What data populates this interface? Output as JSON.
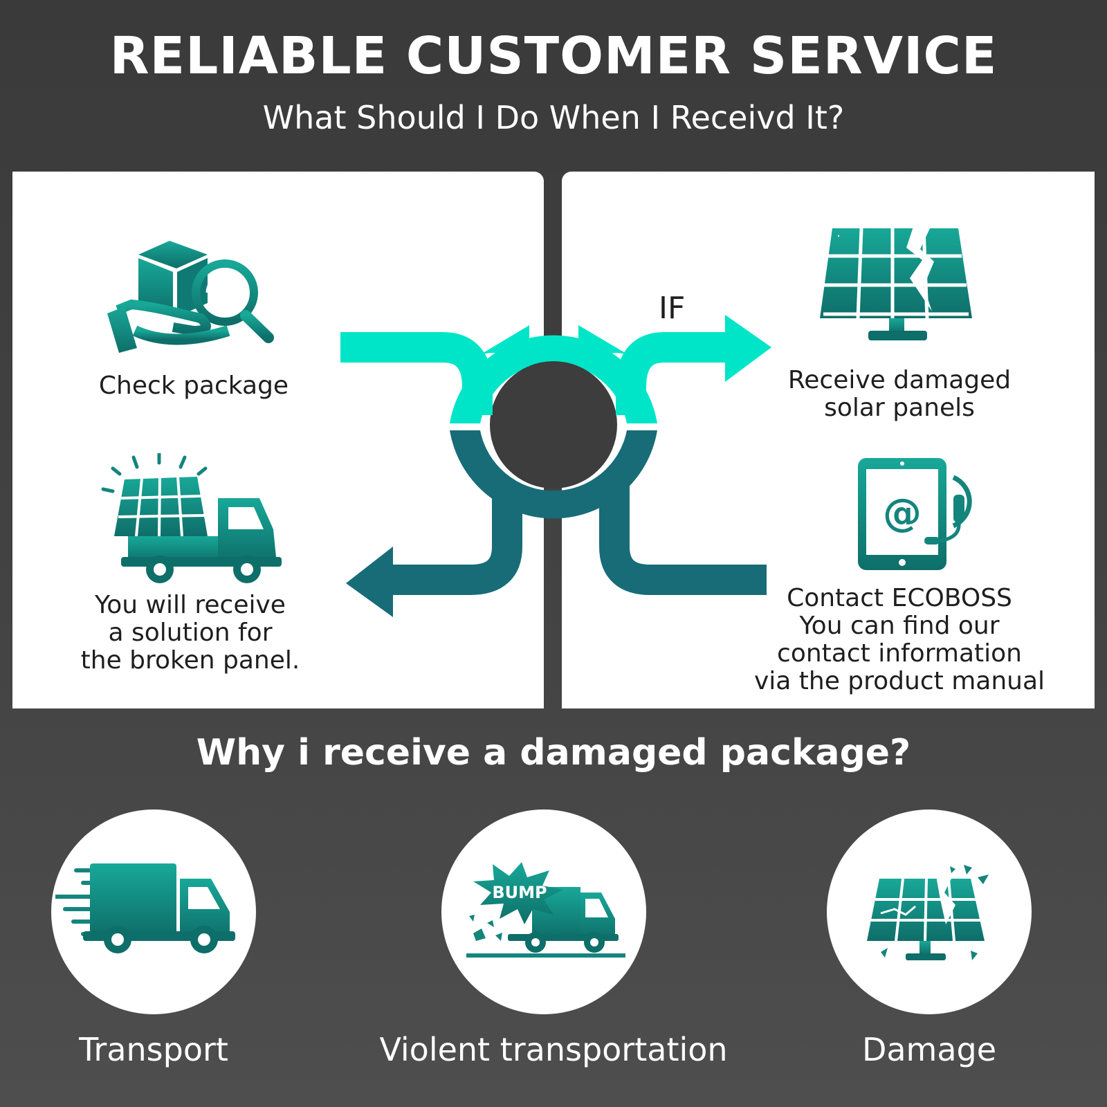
{
  "header": {
    "title": "RELIABLE CUSTOMER SERVICE",
    "subtitle": "What Should I Do When I Receivd It?"
  },
  "flow": {
    "step1": {
      "icon": "package-inspect-icon",
      "label": "Check package"
    },
    "if_label": "IF",
    "step2": {
      "icon": "damaged-solar-panel-icon",
      "label_line1": "Receive damaged",
      "label_line2": "solar panels"
    },
    "step3": {
      "icon": "contact-support-tablet-icon",
      "line1": "Contact ECOBOSS",
      "line2": "You can find our",
      "line3": "contact information",
      "line4": "via the product manual"
    },
    "step4": {
      "icon": "solar-delivery-truck-icon",
      "line1": "You will receive",
      "line2": "a solution for",
      "line3": "the broken panel."
    }
  },
  "reasons": {
    "heading": "Why i receive a damaged package?",
    "items": [
      {
        "icon": "fast-truck-icon",
        "label": "Transport"
      },
      {
        "icon": "bump-truck-icon",
        "label": "Violent transportation",
        "badge": "BUMP"
      },
      {
        "icon": "shattered-panel-icon",
        "label": "Damage"
      }
    ]
  },
  "colors": {
    "background": "#3d3d3d",
    "aqua": "#00e5c8",
    "teal": "#176c78",
    "icon_teal": "#14857d",
    "panel": "#ffffff"
  }
}
